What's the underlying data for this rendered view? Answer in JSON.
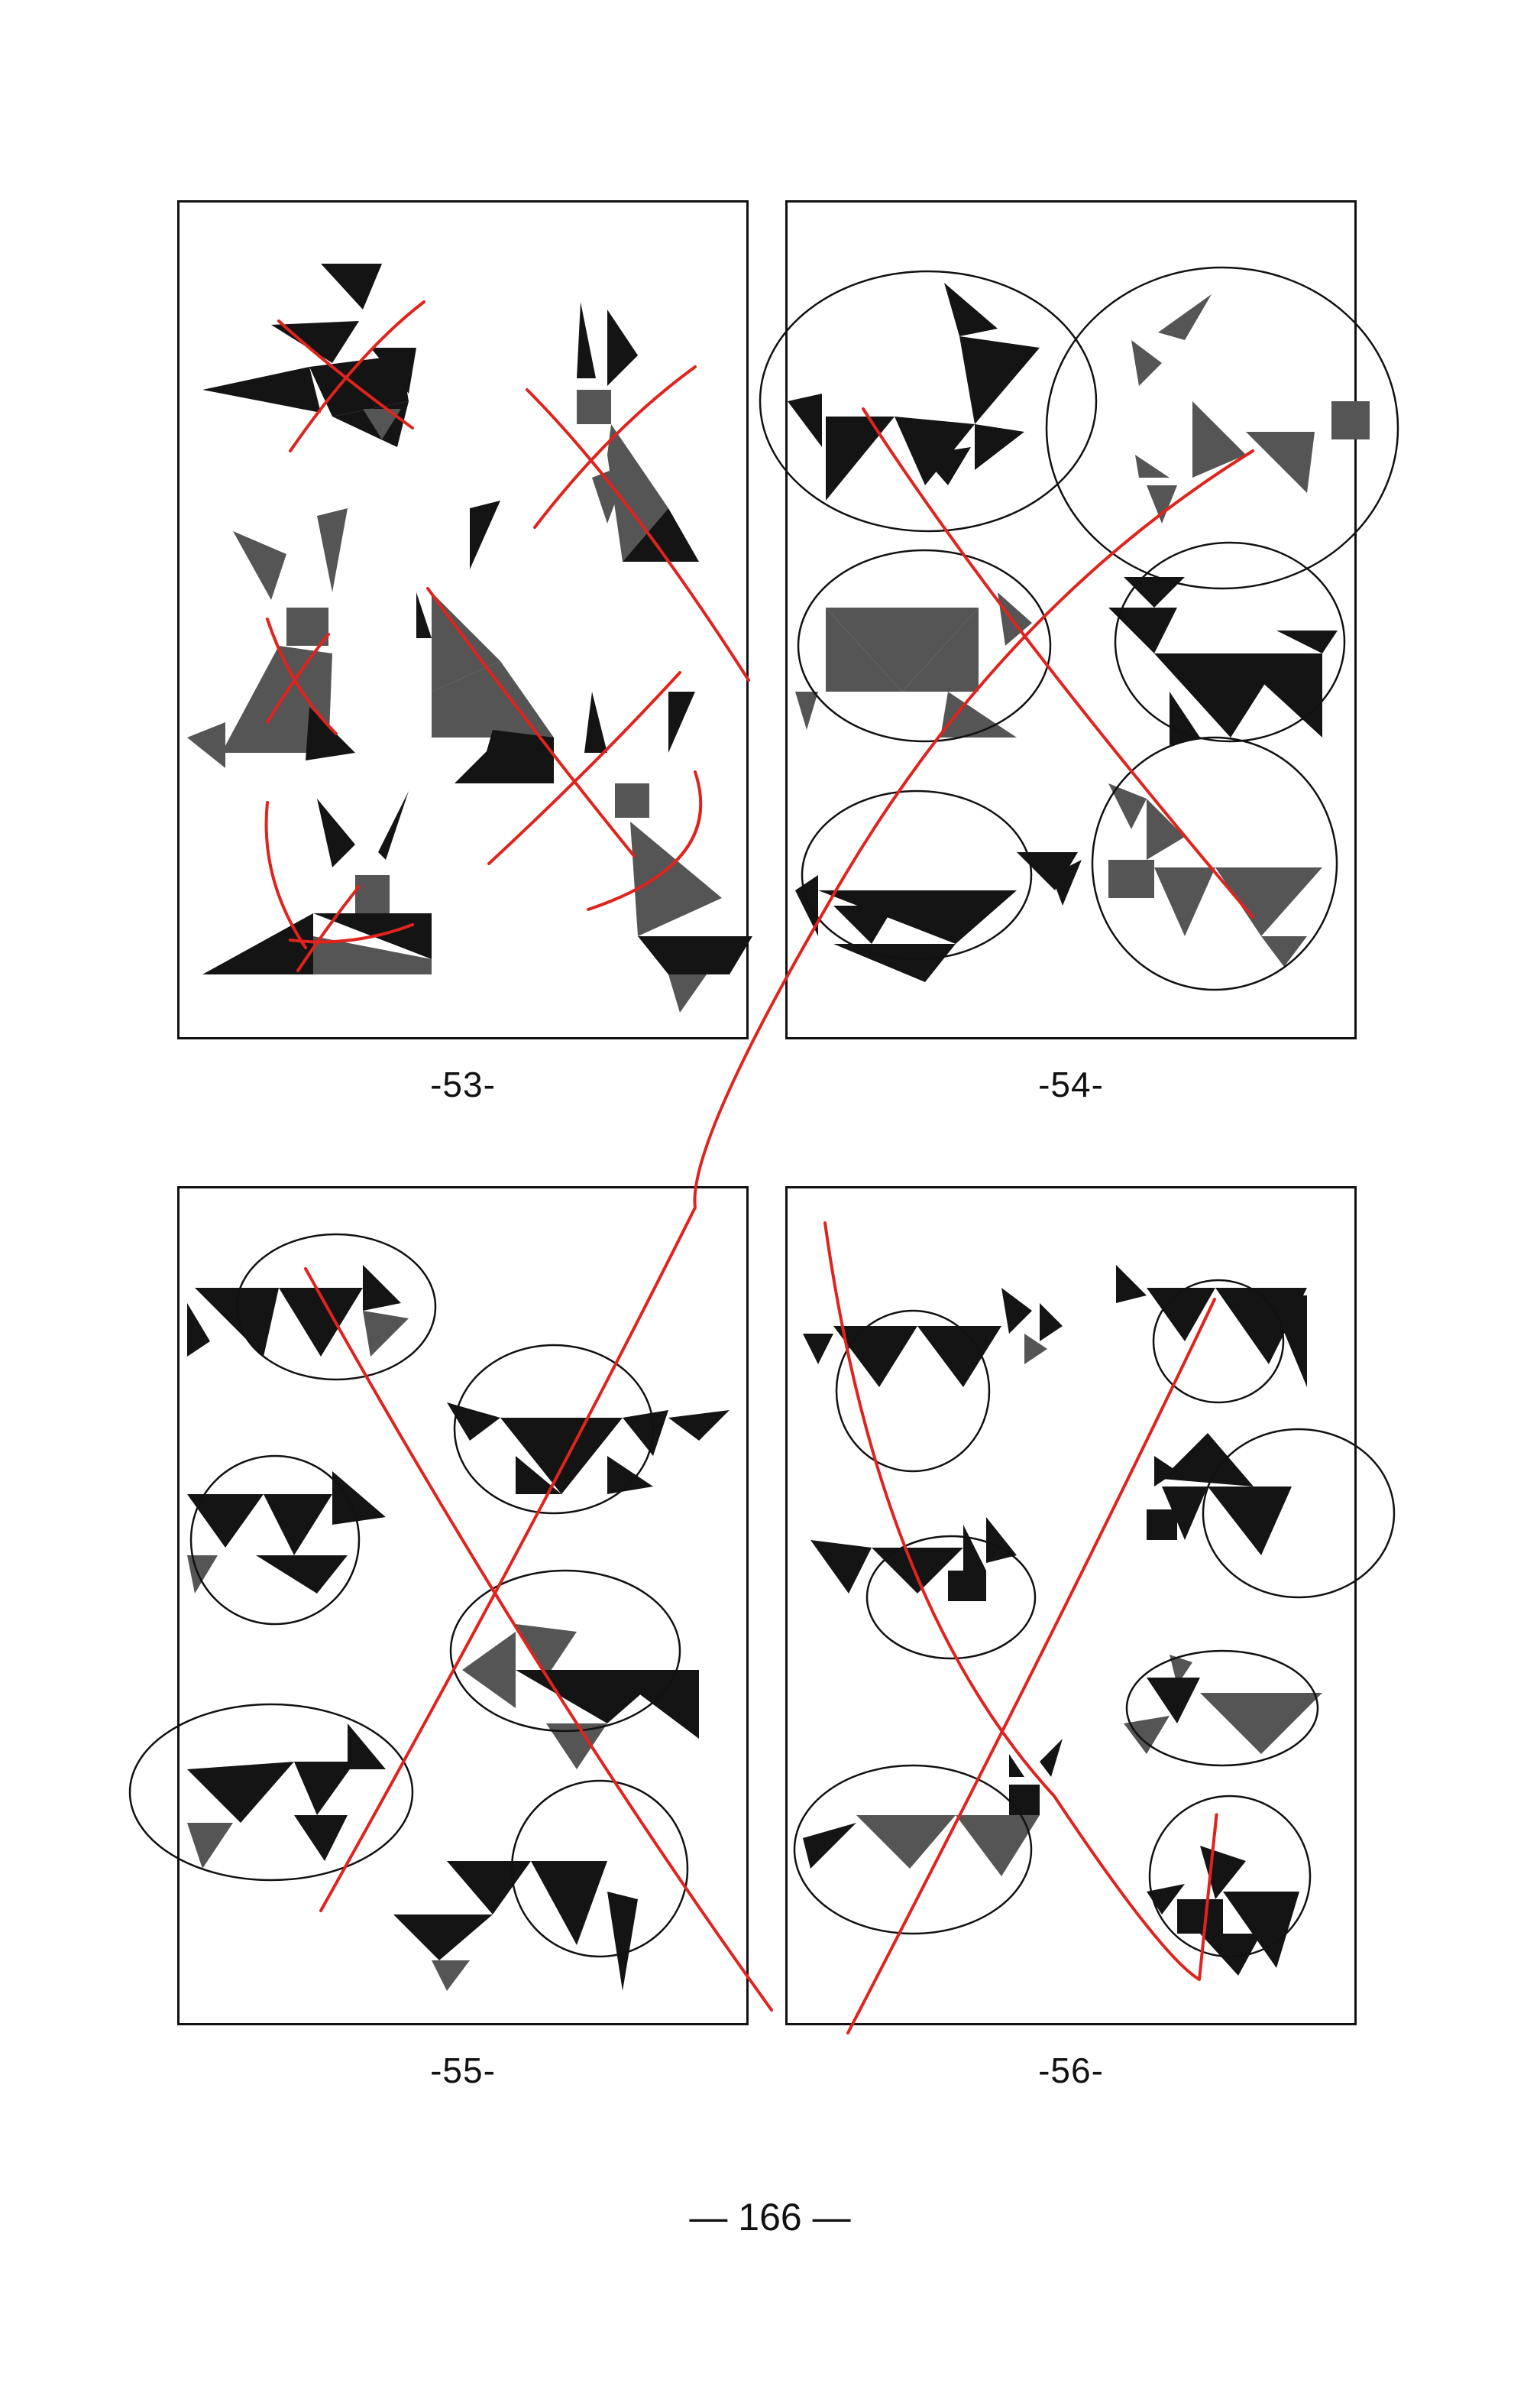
{
  "panels": [
    {
      "id": "53",
      "caption": "-53-"
    },
    {
      "id": "54",
      "caption": "-54-"
    },
    {
      "id": "55",
      "caption": "-55-"
    },
    {
      "id": "56",
      "caption": "-56-"
    }
  ],
  "page_number": "— 166 —",
  "colors": {
    "ink": "#141414",
    "red_pen": "#e0231d",
    "pencil": "#111111"
  }
}
